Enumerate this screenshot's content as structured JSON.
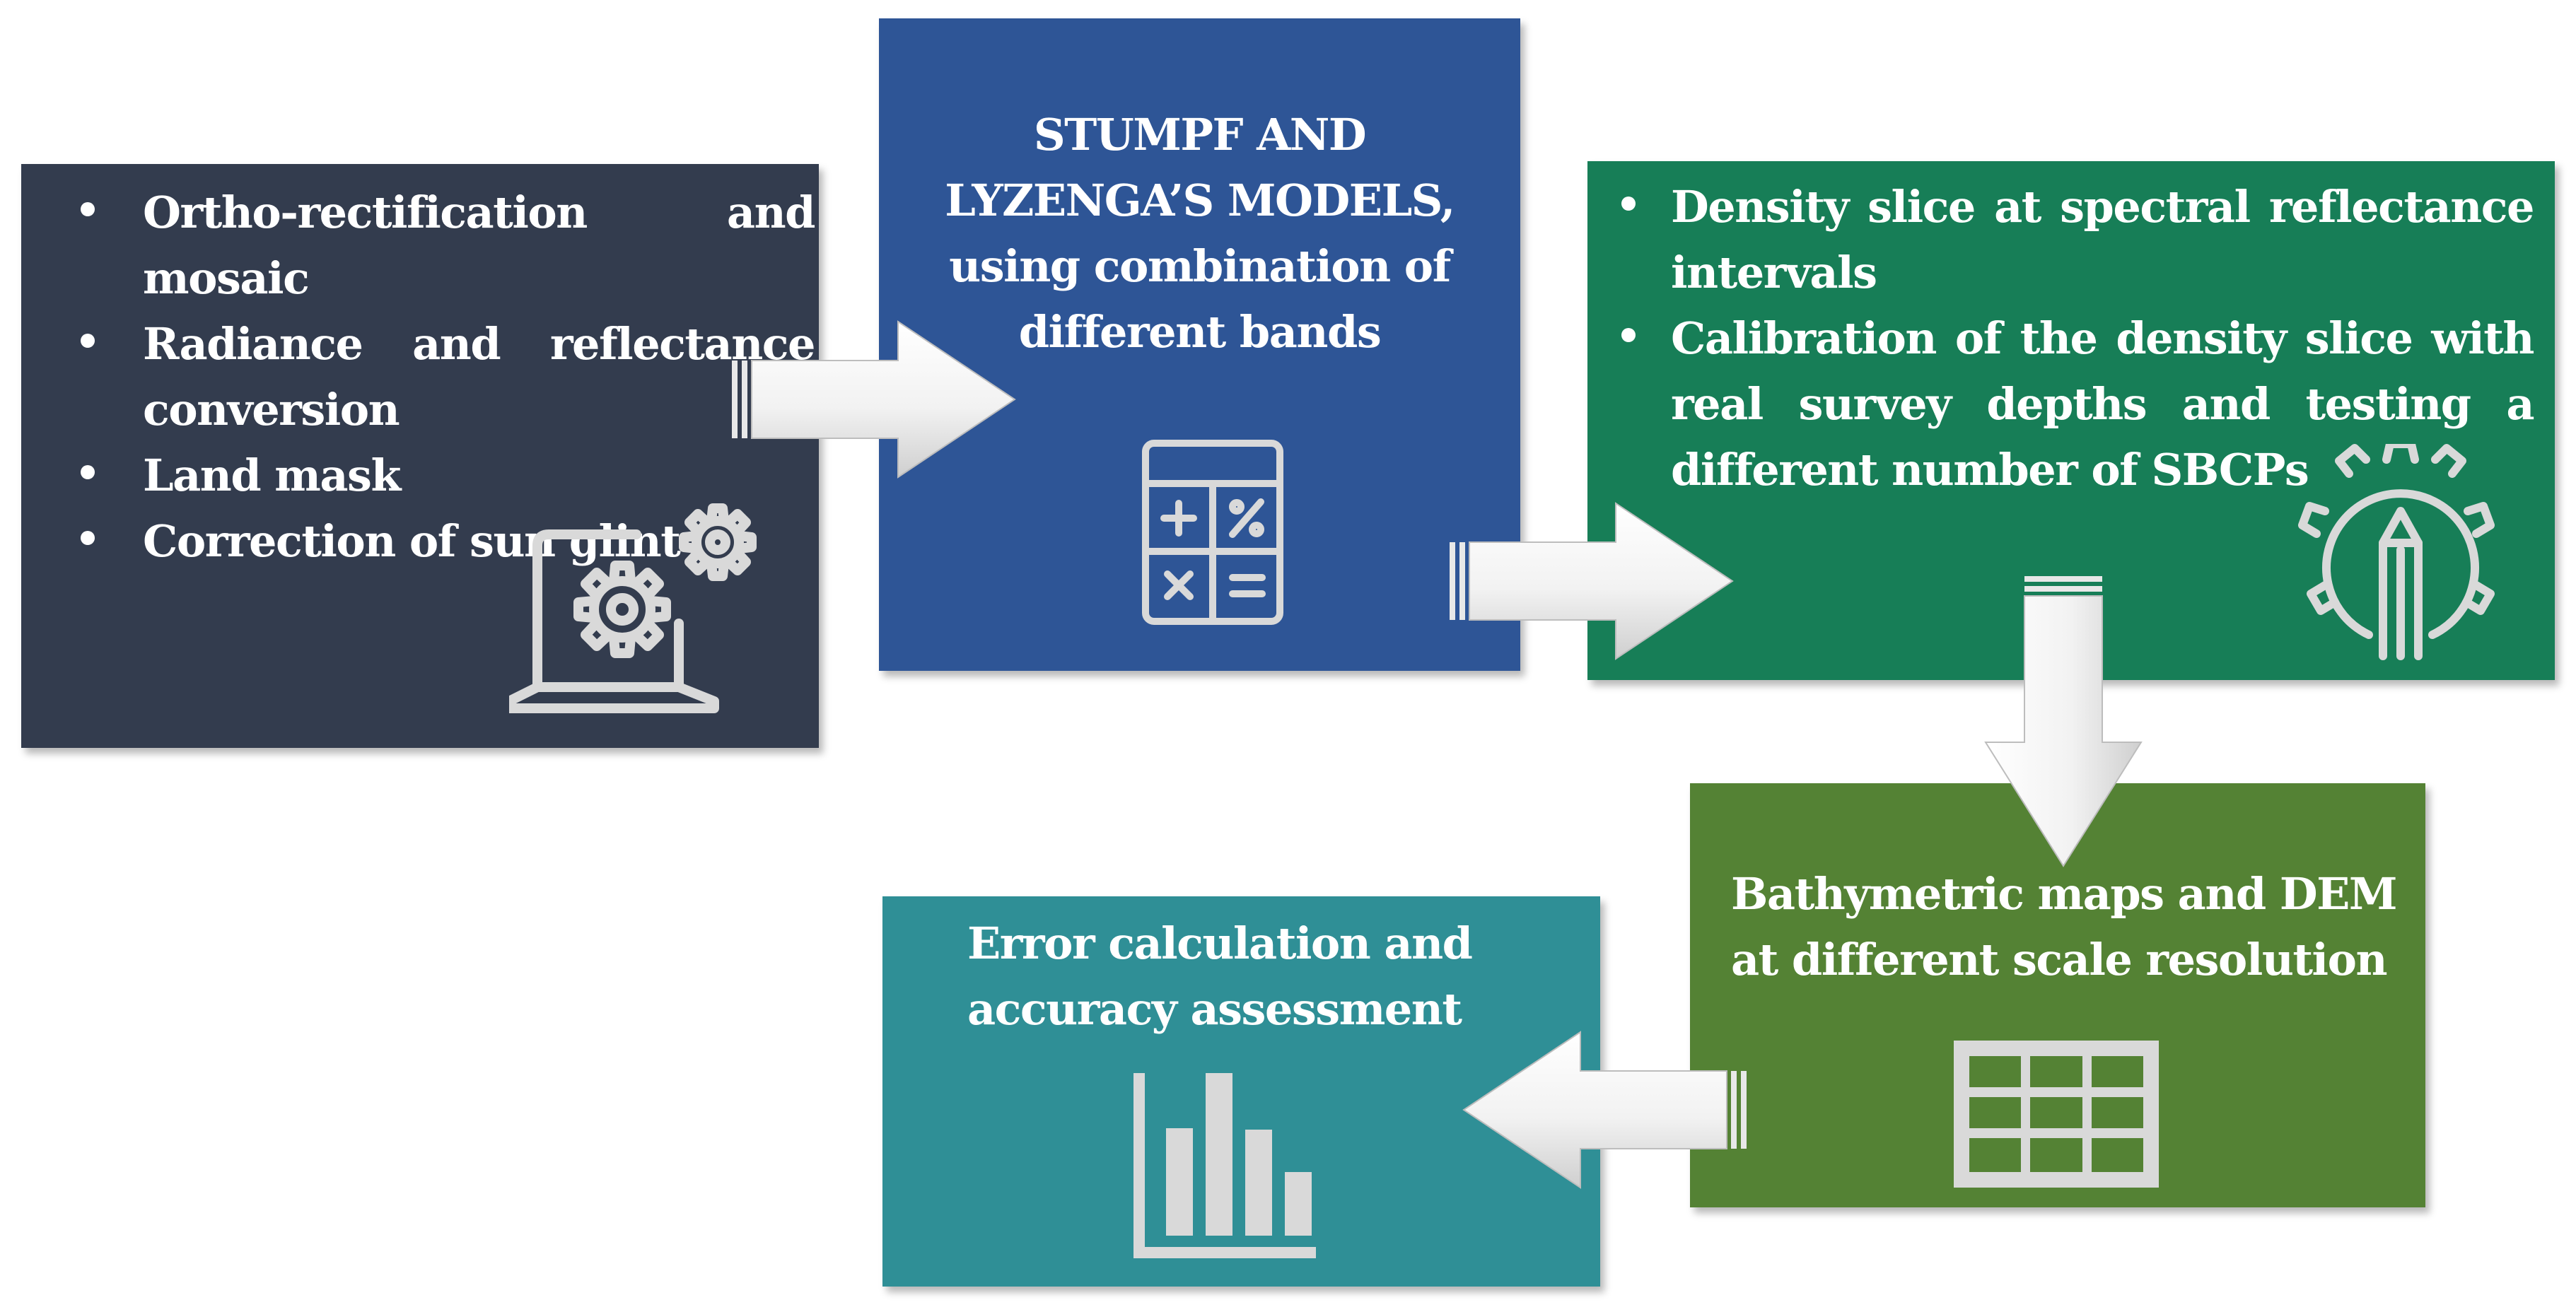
{
  "steps": [
    {
      "id": "preprocessing",
      "items": [
        "Ortho-rectification and mosaic",
        "Radiance and reflectance conversion",
        "Land mask",
        "Correction of sun glint"
      ],
      "icon": "laptop-gears-icon",
      "color": "#333c4e"
    },
    {
      "id": "models",
      "title": "STUMPF AND LYZENGA’S MODELS, using combination of different bands",
      "icon": "calculator-icon",
      "color": "#2e5596"
    },
    {
      "id": "density-slice",
      "items": [
        "Density slice at spectral reflectance intervals",
        "Calibration of the density slice with real survey depths and testing a different number of SBCPs"
      ],
      "icon": "gear-pencil-icon",
      "color": "#177e57"
    },
    {
      "id": "maps",
      "title": "Bathymetric maps and DEM at different scale resolution",
      "icon": "table-grid-icon",
      "color": "#548234"
    },
    {
      "id": "error",
      "title": "Error calculation and accuracy assessment",
      "icon": "bar-chart-icon",
      "color": "#2f8f96"
    }
  ]
}
